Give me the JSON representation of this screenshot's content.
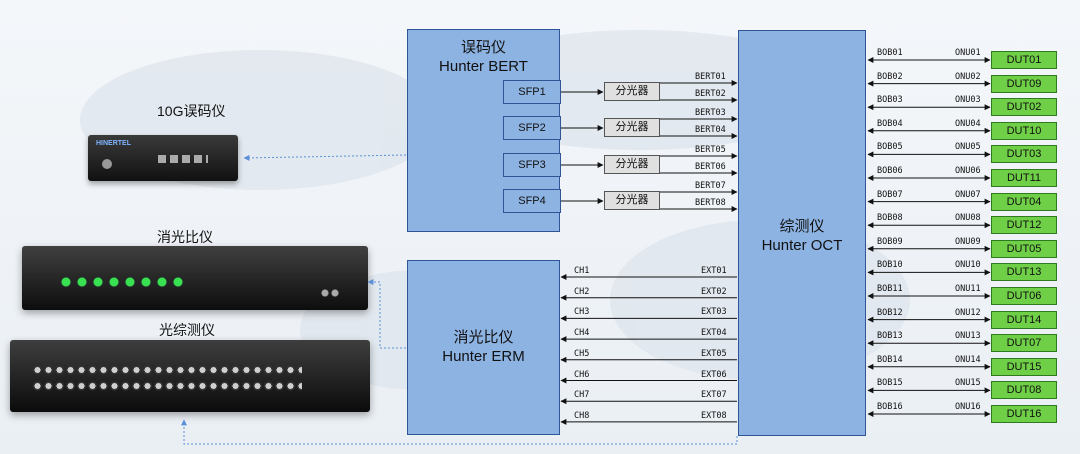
{
  "devices": {
    "bert_title": "10G误码仪",
    "bert_brand": "HINERTEL",
    "erm_title": "消光比仪",
    "oct_title": "光综测仪"
  },
  "bert_box": {
    "line1": "误码仪",
    "line2": "Hunter BERT"
  },
  "erm_box": {
    "line1": "消光比仪",
    "line2": "Hunter ERM"
  },
  "oct_box": {
    "line1": "综测仪",
    "line2": "Hunter OCT"
  },
  "sfps": [
    "SFP1",
    "SFP2",
    "SFP3",
    "SFP4"
  ],
  "splitter_label": "分光器",
  "bert_ports": [
    "BERT01",
    "BERT02",
    "BERT03",
    "BERT04",
    "BERT05",
    "BERT06",
    "BERT07",
    "BERT08"
  ],
  "channels": [
    "CH1",
    "CH2",
    "CH3",
    "CH4",
    "CH5",
    "CH6",
    "CH7",
    "CH8"
  ],
  "ext_ports": [
    "EXT01",
    "EXT02",
    "EXT03",
    "EXT04",
    "EXT05",
    "EXT06",
    "EXT07",
    "EXT08"
  ],
  "bob_ports": [
    "BOB01",
    "BOB02",
    "BOB03",
    "BOB04",
    "BOB05",
    "BOB06",
    "BOB07",
    "BOB08",
    "BOB09",
    "BOB10",
    "BOB11",
    "BOB12",
    "BOB13",
    "BOB14",
    "BOB15",
    "BOB16"
  ],
  "onu_ports": [
    "ONU01",
    "ONU02",
    "ONU03",
    "ONU04",
    "ONU05",
    "ONU06",
    "ONU07",
    "ONU08",
    "ONU09",
    "ONU10",
    "ONU11",
    "ONU12",
    "ONU13",
    "ONU14",
    "ONU15",
    "ONU16"
  ],
  "duts": [
    "DUT01",
    "DUT09",
    "DUT02",
    "DUT10",
    "DUT03",
    "DUT11",
    "DUT04",
    "DUT12",
    "DUT05",
    "DUT13",
    "DUT06",
    "DUT14",
    "DUT07",
    "DUT15",
    "DUT08",
    "DUT16"
  ],
  "colors": {
    "box_fill": "#8db3e2",
    "box_border": "#2f5597",
    "dut_fill": "#6fcf47",
    "dotted": "#5b8fd6"
  }
}
